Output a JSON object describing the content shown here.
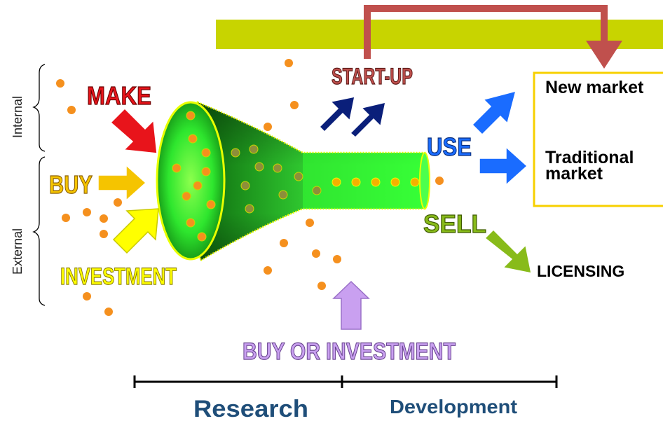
{
  "side_labels": {
    "internal": "Internal",
    "external": "External"
  },
  "inputs": {
    "make": "MAKE",
    "buy": "BUY",
    "investment": "INVESTMENT"
  },
  "outputs": {
    "startup": "START-UP",
    "use": "USE",
    "sell": "SELL",
    "licensing": "LICENSING",
    "buy_or_investment": "BUY OR INVESTMENT"
  },
  "markets": {
    "new_market": "New market",
    "traditional_market": [
      "Traditional",
      "market"
    ]
  },
  "phases": {
    "research": "Research",
    "development": "Development"
  },
  "colors": {
    "top_bar": "#c8d400",
    "feedback_arrow": "#c0504d",
    "funnel_green": "#33ff33",
    "funnel_dark": "#1a7f1a",
    "dot": "#f5901e",
    "make": "#e8141b",
    "buy": "#f5c400",
    "investment": "#ffff00",
    "startup_arrow": "#0a1f7a",
    "use_arrow": "#1a6cff",
    "sell_arrow": "#88bb1a",
    "buy_or_investment_arrow": "#c9a0f0",
    "market_box_border": "#f7d000",
    "research_text": "#1f4e79"
  }
}
